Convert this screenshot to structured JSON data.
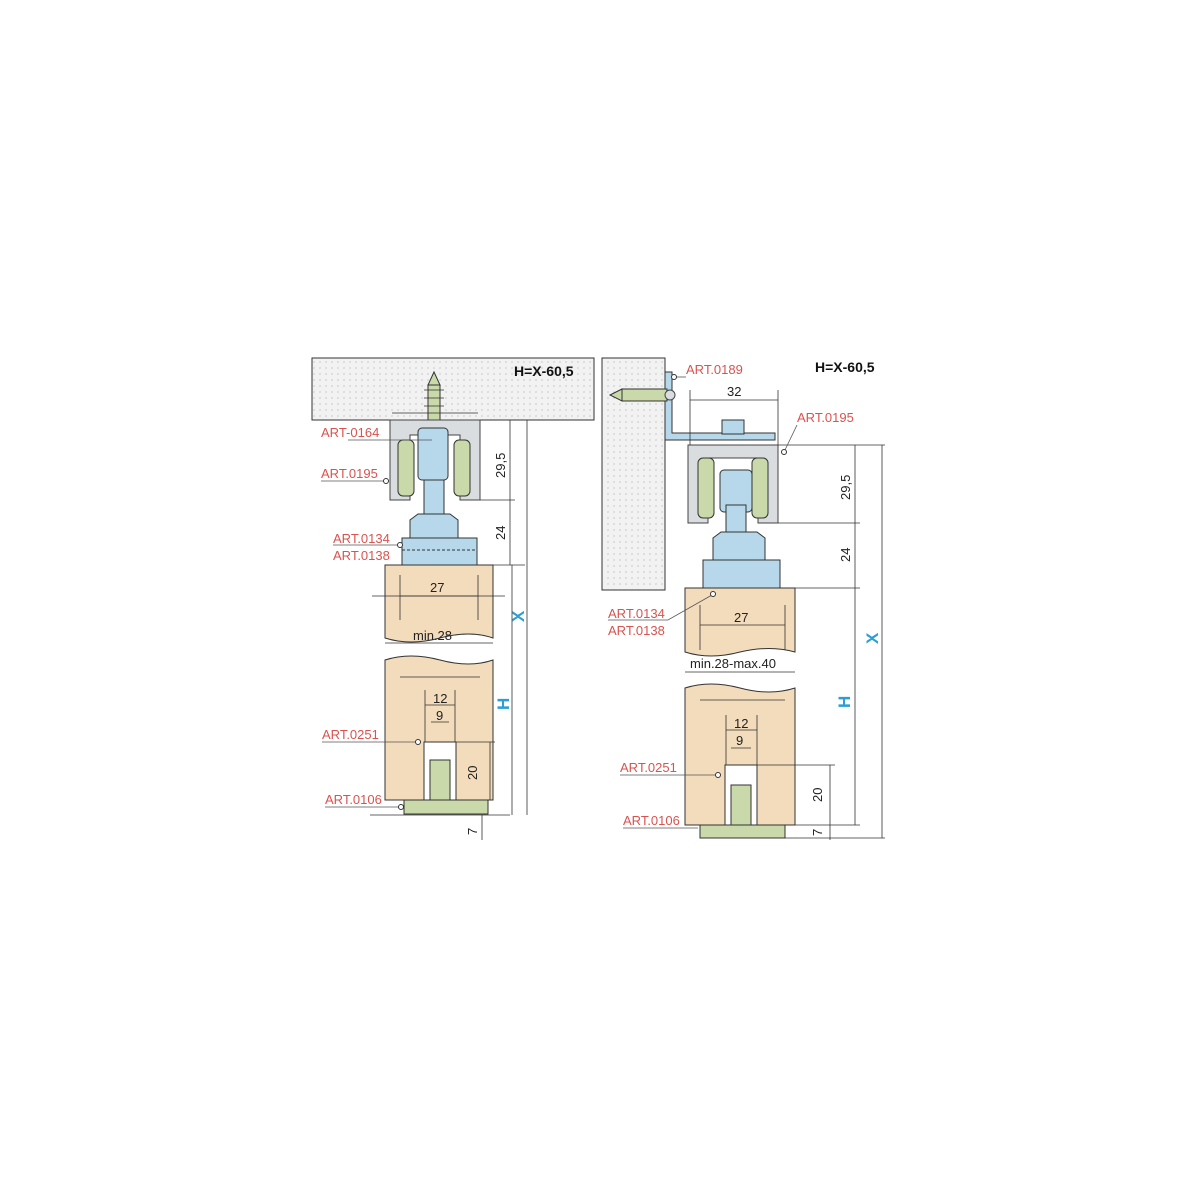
{
  "left": {
    "formula": "H=X-60,5",
    "labels": {
      "a0164": "ART-0164",
      "a0195": "ART.0195",
      "a0134": "ART.0134",
      "a0138": "ART.0138",
      "a0251": "ART.0251",
      "a0106": "ART.0106"
    },
    "dims": {
      "d29": "29,5",
      "d24": "24",
      "d27": "27",
      "min": "min.28",
      "d12": "12",
      "d9": "9",
      "d20": "20",
      "d7": "7",
      "X": "X",
      "H": "H"
    }
  },
  "right": {
    "formula": "H=X-60,5",
    "labels": {
      "a0189": "ART.0189",
      "a0195": "ART.0195",
      "a0134": "ART.0134",
      "a0138": "ART.0138",
      "a0251": "ART.0251",
      "a0106": "ART.0106"
    },
    "dims": {
      "d32": "32",
      "d29": "29,5",
      "d24": "24",
      "d27": "27",
      "min": "min.28-max.40",
      "d12": "12",
      "d9": "9",
      "d20": "20",
      "d7": "7",
      "X": "X",
      "H": "H"
    }
  }
}
